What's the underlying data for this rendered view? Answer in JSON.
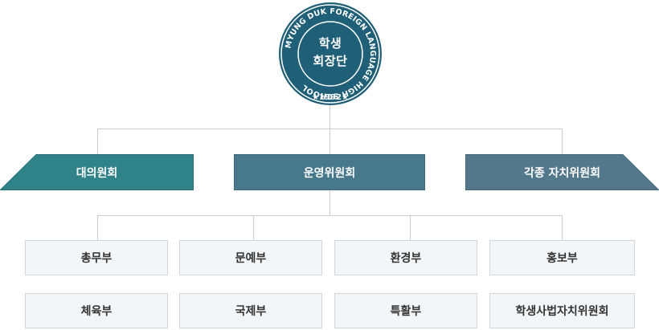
{
  "emblem": {
    "ring_text": "MYUNG DUK FOREIGN LANGUAGE HIGH SCHOOL",
    "year": "1992",
    "center_line1": "학생",
    "center_line2": "회장단",
    "color": "#1f5f77"
  },
  "committees": [
    {
      "label": "대의원회",
      "color": "#2f8288"
    },
    {
      "label": "운영위원회",
      "color": "#47788c"
    },
    {
      "label": "각종 자치위원회",
      "color": "#54788b"
    }
  ],
  "departments": [
    {
      "label": "총무부"
    },
    {
      "label": "문예부"
    },
    {
      "label": "환경부"
    },
    {
      "label": "홍보부"
    },
    {
      "label": "체육부"
    },
    {
      "label": "국제부"
    },
    {
      "label": "특활부"
    },
    {
      "label": "학생사법자치위원회"
    }
  ]
}
